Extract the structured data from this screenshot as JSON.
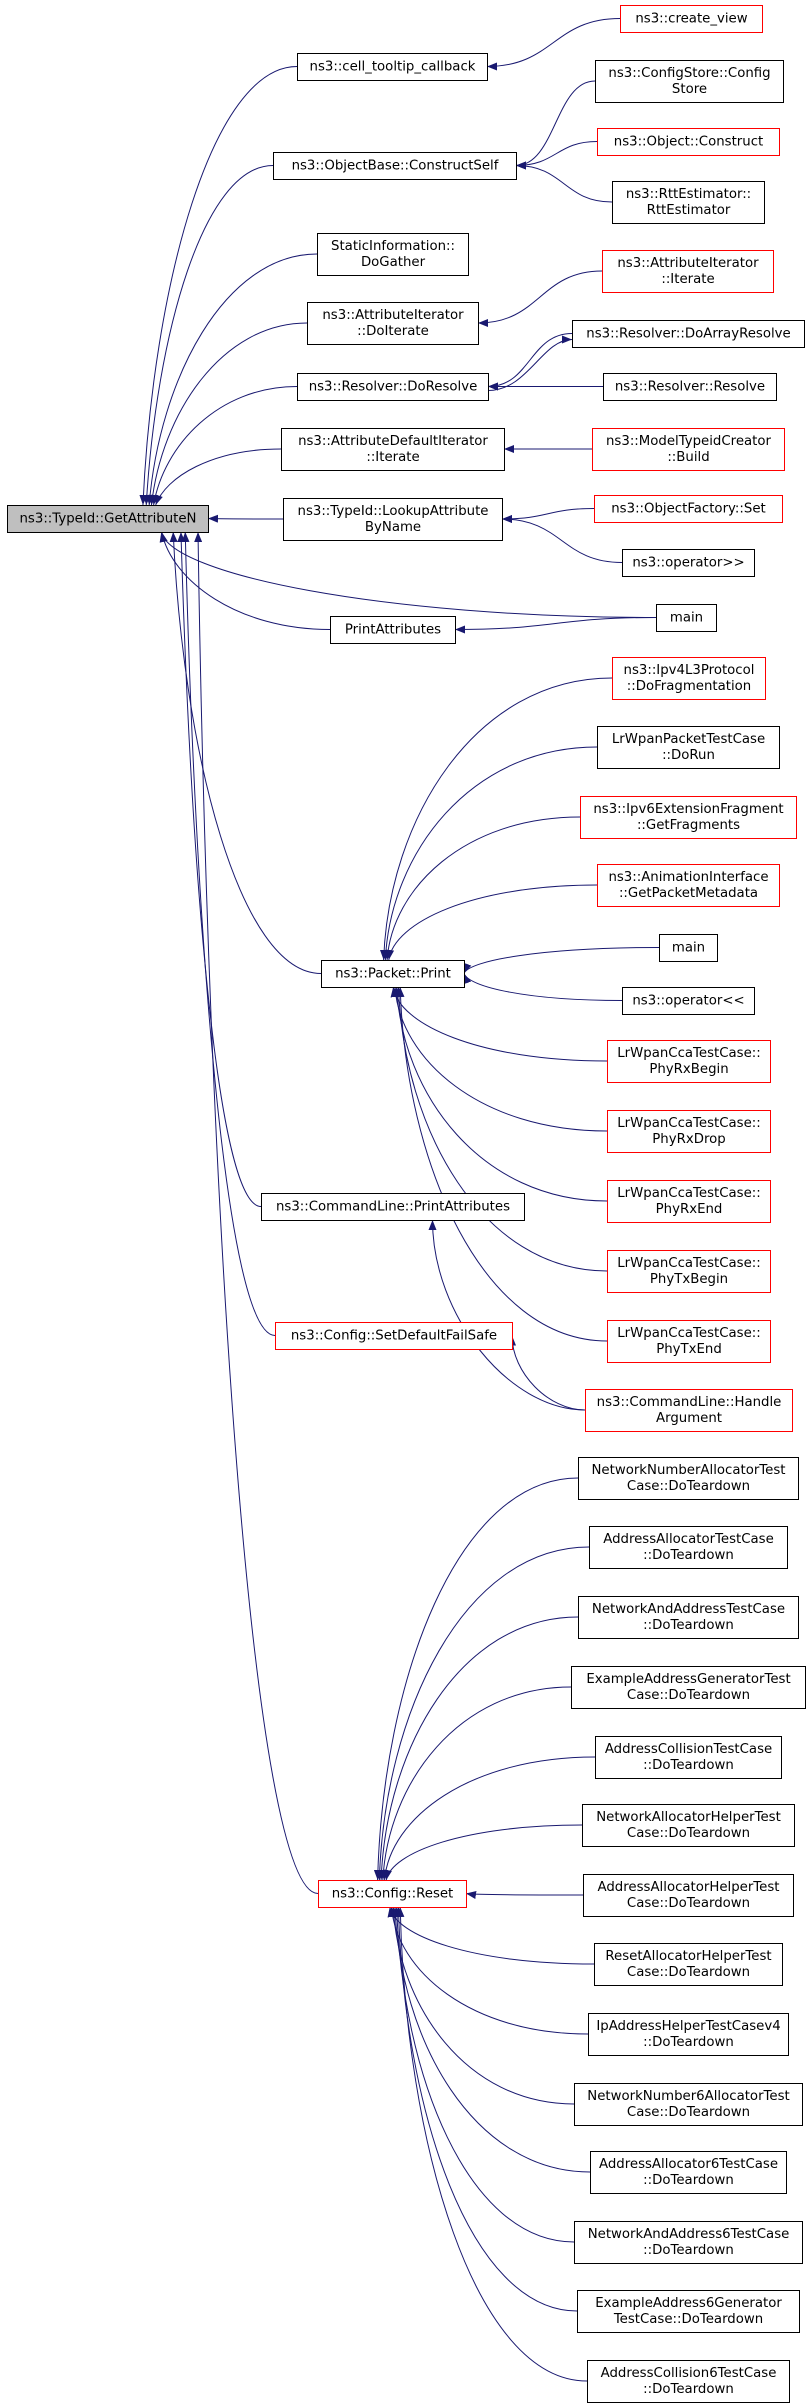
{
  "diagram": {
    "root": "n0",
    "colors": {
      "edge": "#191970",
      "root_fill": "#bfbfbf",
      "node_border_default": "#000000",
      "node_border_link": "#ff0000",
      "node_fill": "#ffffff"
    },
    "nodes": [
      {
        "id": "n0",
        "lines": [
          "ns3::TypeId::GetAttributeN"
        ],
        "style": "root"
      },
      {
        "id": "n1",
        "lines": [
          "ns3::cell_tooltip_callback"
        ],
        "style": "default"
      },
      {
        "id": "n2",
        "lines": [
          "ns3::ObjectBase::ConstructSelf"
        ],
        "style": "default"
      },
      {
        "id": "n3",
        "lines": [
          "StaticInformation::",
          "DoGather"
        ],
        "style": "default"
      },
      {
        "id": "n4",
        "lines": [
          "ns3::AttributeIterator",
          "::DoIterate"
        ],
        "style": "default"
      },
      {
        "id": "n5",
        "lines": [
          "ns3::Resolver::DoResolve"
        ],
        "style": "default"
      },
      {
        "id": "n6",
        "lines": [
          "ns3::AttributeDefaultIterator",
          "::Iterate"
        ],
        "style": "default"
      },
      {
        "id": "n7",
        "lines": [
          "ns3::TypeId::LookupAttribute",
          "ByName"
        ],
        "style": "default"
      },
      {
        "id": "n8",
        "lines": [
          "PrintAttributes"
        ],
        "style": "default"
      },
      {
        "id": "n9",
        "lines": [
          "ns3::Packet::Print"
        ],
        "style": "default"
      },
      {
        "id": "n10",
        "lines": [
          "ns3::CommandLine::PrintAttributes"
        ],
        "style": "default"
      },
      {
        "id": "n11",
        "lines": [
          "ns3::Config::SetDefaultFailSafe"
        ],
        "style": "link"
      },
      {
        "id": "n12",
        "lines": [
          "ns3::Config::Reset"
        ],
        "style": "link"
      },
      {
        "id": "c1",
        "lines": [
          "ns3::create_view"
        ],
        "style": "link"
      },
      {
        "id": "c2",
        "lines": [
          "ns3::ConfigStore::Config",
          "Store"
        ],
        "style": "default"
      },
      {
        "id": "c3",
        "lines": [
          "ns3::Object::Construct"
        ],
        "style": "link"
      },
      {
        "id": "c4",
        "lines": [
          "ns3::RttEstimator::",
          "RttEstimator"
        ],
        "style": "default"
      },
      {
        "id": "c5",
        "lines": [
          "ns3::AttributeIterator",
          "::Iterate"
        ],
        "style": "link"
      },
      {
        "id": "c6",
        "lines": [
          "ns3::Resolver::DoArrayResolve"
        ],
        "style": "default"
      },
      {
        "id": "c7",
        "lines": [
          "ns3::Resolver::Resolve"
        ],
        "style": "default"
      },
      {
        "id": "c8",
        "lines": [
          "ns3::ModelTypeidCreator",
          "::Build"
        ],
        "style": "link"
      },
      {
        "id": "c9",
        "lines": [
          "ns3::ObjectFactory::Set"
        ],
        "style": "link"
      },
      {
        "id": "c10",
        "lines": [
          "ns3::operator>>"
        ],
        "style": "default"
      },
      {
        "id": "c11",
        "lines": [
          "main"
        ],
        "style": "default"
      },
      {
        "id": "p1",
        "lines": [
          "ns3::Ipv4L3Protocol",
          "::DoFragmentation"
        ],
        "style": "link"
      },
      {
        "id": "p2",
        "lines": [
          "LrWpanPacketTestCase",
          "::DoRun"
        ],
        "style": "default"
      },
      {
        "id": "p3",
        "lines": [
          "ns3::Ipv6ExtensionFragment",
          "::GetFragments"
        ],
        "style": "link"
      },
      {
        "id": "p4",
        "lines": [
          "ns3::AnimationInterface",
          "::GetPacketMetadata"
        ],
        "style": "link"
      },
      {
        "id": "p5",
        "lines": [
          "main"
        ],
        "style": "default"
      },
      {
        "id": "p6",
        "lines": [
          "ns3::operator<<"
        ],
        "style": "default"
      },
      {
        "id": "p7",
        "lines": [
          "LrWpanCcaTestCase::",
          "PhyRxBegin"
        ],
        "style": "link"
      },
      {
        "id": "p8",
        "lines": [
          "LrWpanCcaTestCase::",
          "PhyRxDrop"
        ],
        "style": "link"
      },
      {
        "id": "p9",
        "lines": [
          "LrWpanCcaTestCase::",
          "PhyRxEnd"
        ],
        "style": "link"
      },
      {
        "id": "p10",
        "lines": [
          "LrWpanCcaTestCase::",
          "PhyTxBegin"
        ],
        "style": "link"
      },
      {
        "id": "p11",
        "lines": [
          "LrWpanCcaTestCase::",
          "PhyTxEnd"
        ],
        "style": "link"
      },
      {
        "id": "h1",
        "lines": [
          "ns3::CommandLine::Handle",
          "Argument"
        ],
        "style": "link"
      },
      {
        "id": "r1",
        "lines": [
          "NetworkNumberAllocatorTest",
          "Case::DoTeardown"
        ],
        "style": "default"
      },
      {
        "id": "r2",
        "lines": [
          "AddressAllocatorTestCase",
          "::DoTeardown"
        ],
        "style": "default"
      },
      {
        "id": "r3",
        "lines": [
          "NetworkAndAddressTestCase",
          "::DoTeardown"
        ],
        "style": "default"
      },
      {
        "id": "r4",
        "lines": [
          "ExampleAddressGeneratorTest",
          "Case::DoTeardown"
        ],
        "style": "default"
      },
      {
        "id": "r5",
        "lines": [
          "AddressCollisionTestCase",
          "::DoTeardown"
        ],
        "style": "default"
      },
      {
        "id": "r6",
        "lines": [
          "NetworkAllocatorHelperTest",
          "Case::DoTeardown"
        ],
        "style": "default"
      },
      {
        "id": "r7",
        "lines": [
          "AddressAllocatorHelperTest",
          "Case::DoTeardown"
        ],
        "style": "default"
      },
      {
        "id": "r8",
        "lines": [
          "ResetAllocatorHelperTest",
          "Case::DoTeardown"
        ],
        "style": "default"
      },
      {
        "id": "r9",
        "lines": [
          "IpAddressHelperTestCasev4",
          "::DoTeardown"
        ],
        "style": "default"
      },
      {
        "id": "r10",
        "lines": [
          "NetworkNumber6AllocatorTest",
          "Case::DoTeardown"
        ],
        "style": "default"
      },
      {
        "id": "r11",
        "lines": [
          "AddressAllocator6TestCase",
          "::DoTeardown"
        ],
        "style": "default"
      },
      {
        "id": "r12",
        "lines": [
          "NetworkAndAddress6TestCase",
          "::DoTeardown"
        ],
        "style": "default"
      },
      {
        "id": "r13",
        "lines": [
          "ExampleAddress6Generator",
          "TestCase::DoTeardown"
        ],
        "style": "default"
      },
      {
        "id": "r14",
        "lines": [
          "AddressCollision6TestCase",
          "::DoTeardown"
        ],
        "style": "default"
      }
    ],
    "edges": [
      {
        "from": "n1",
        "to": "n0"
      },
      {
        "from": "n2",
        "to": "n0"
      },
      {
        "from": "n3",
        "to": "n0"
      },
      {
        "from": "n4",
        "to": "n0"
      },
      {
        "from": "n5",
        "to": "n0"
      },
      {
        "from": "n6",
        "to": "n0"
      },
      {
        "from": "n7",
        "to": "n0"
      },
      {
        "from": "n8",
        "to": "n0"
      },
      {
        "from": "n9",
        "to": "n0"
      },
      {
        "from": "n10",
        "to": "n0"
      },
      {
        "from": "n11",
        "to": "n0"
      },
      {
        "from": "n12",
        "to": "n0"
      },
      {
        "from": "c1",
        "to": "n1"
      },
      {
        "from": "c2",
        "to": "n2"
      },
      {
        "from": "c3",
        "to": "n2"
      },
      {
        "from": "c4",
        "to": "n2"
      },
      {
        "from": "c5",
        "to": "n4"
      },
      {
        "from": "c6",
        "to": "n5"
      },
      {
        "from": "c7",
        "to": "n5"
      },
      {
        "from": "c8",
        "to": "n6"
      },
      {
        "from": "c9",
        "to": "n7"
      },
      {
        "from": "c10",
        "to": "n7"
      },
      {
        "from": "c11",
        "to": "n8"
      },
      {
        "from": "c11",
        "to": "n0"
      },
      {
        "from": "n5",
        "to": "c6"
      },
      {
        "from": "p1",
        "to": "n9"
      },
      {
        "from": "p2",
        "to": "n9"
      },
      {
        "from": "p3",
        "to": "n9"
      },
      {
        "from": "p4",
        "to": "n9"
      },
      {
        "from": "p5",
        "to": "n9"
      },
      {
        "from": "p6",
        "to": "n9"
      },
      {
        "from": "p7",
        "to": "n9"
      },
      {
        "from": "p8",
        "to": "n9"
      },
      {
        "from": "p9",
        "to": "n9"
      },
      {
        "from": "p10",
        "to": "n9"
      },
      {
        "from": "p11",
        "to": "n9"
      },
      {
        "from": "h1",
        "to": "n10"
      },
      {
        "from": "h1",
        "to": "n11"
      },
      {
        "from": "r1",
        "to": "n12"
      },
      {
        "from": "r2",
        "to": "n12"
      },
      {
        "from": "r3",
        "to": "n12"
      },
      {
        "from": "r4",
        "to": "n12"
      },
      {
        "from": "r5",
        "to": "n12"
      },
      {
        "from": "r6",
        "to": "n12"
      },
      {
        "from": "r7",
        "to": "n12"
      },
      {
        "from": "r8",
        "to": "n12"
      },
      {
        "from": "r9",
        "to": "n12"
      },
      {
        "from": "r10",
        "to": "n12"
      },
      {
        "from": "r11",
        "to": "n12"
      },
      {
        "from": "r12",
        "to": "n12"
      },
      {
        "from": "r13",
        "to": "n12"
      },
      {
        "from": "r14",
        "to": "n12"
      }
    ]
  }
}
